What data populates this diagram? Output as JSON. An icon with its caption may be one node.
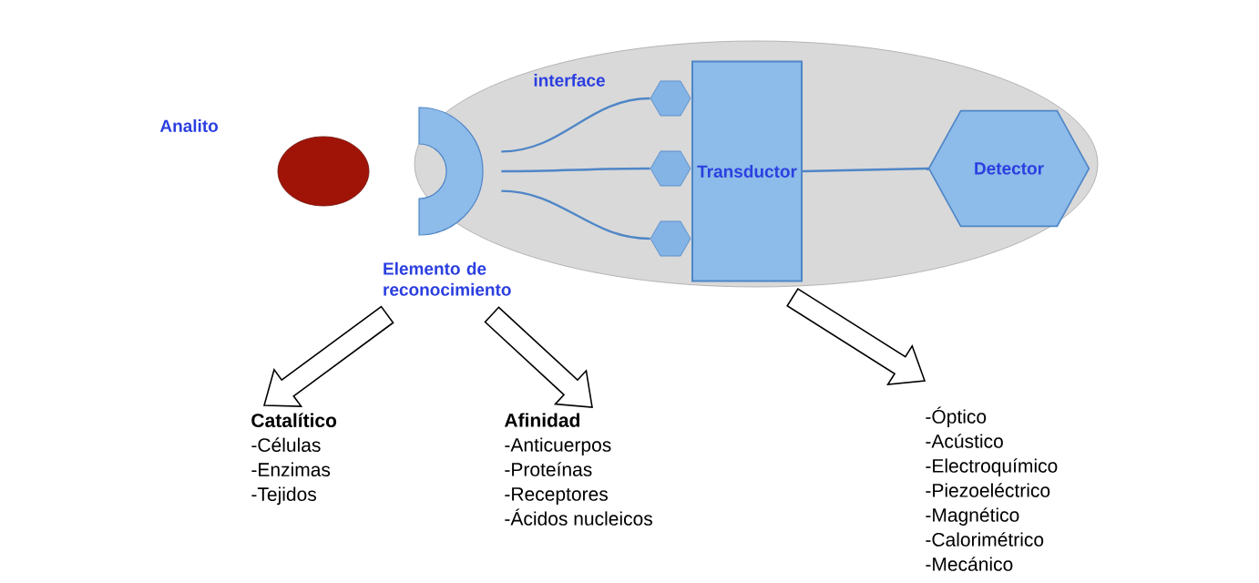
{
  "diagram": {
    "nodes": [
      {
        "text": [],
        "shape": "ellipse"
      },
      {
        "text": [
          "Analito"
        ]
      },
      {
        "text": [
          "Elemento de reconocimiento"
        ],
        "in": 0
      },
      {
        "text": [],
        "shape": "hexagon",
        "in": 0
      },
      {
        "text": [],
        "shape": "hexagon",
        "in": 0
      },
      {
        "text": [],
        "shape": "hexagon",
        "in": 0
      },
      {
        "text": [
          "Transductor"
        ],
        "in": 0
      },
      {
        "text": [
          "Detector"
        ],
        "in": 0
      },
      {
        "text": [
          "Catalítico",
          "-Células",
          "-Enzimas",
          "-Tejidos"
        ]
      },
      {
        "text": [
          "Afinidad",
          "-Anticuerpos",
          "-Proteínas",
          "-Receptores",
          "-Ácidos nucleicos"
        ]
      },
      {
        "text": [
          "-Óptico",
          "-Acústico",
          "-Electroquímico",
          "-Piezoeléctrico",
          "-Magnético",
          "-Calorimétrico",
          "-Mecánico"
        ]
      }
    ],
    "edges": [
      {
        "from": 2,
        "to": 3,
        "arrow": "none"
      },
      {
        "from": 2,
        "to": 4,
        "arrow": "none"
      },
      {
        "from": 2,
        "to": 5,
        "arrow": "none"
      },
      {
        "from": 6,
        "to": 7,
        "arrow": "none"
      },
      {
        "from": 2,
        "to": 8,
        "arrow": "to"
      },
      {
        "from": 2,
        "to": 9,
        "arrow": "to"
      },
      {
        "from": 6,
        "to": 10,
        "arrow": "to"
      }
    ],
    "labels": [
      "interface"
    ]
  }
}
